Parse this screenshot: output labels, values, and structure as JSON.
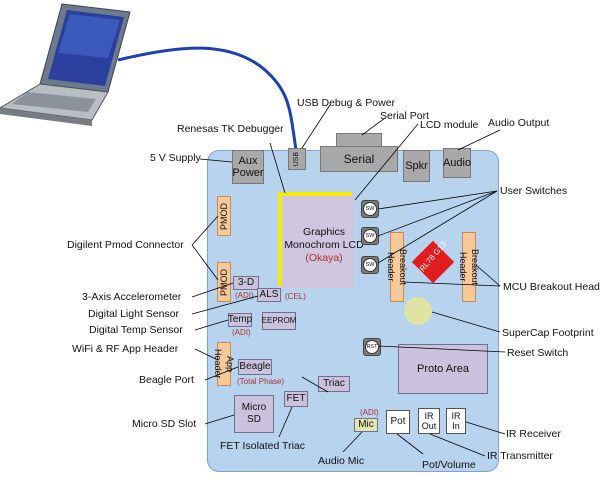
{
  "labels": {
    "usb_debug_power": "USB Debug & Power",
    "serial_port": "Serial Port",
    "renesas_tk": "Renesas TK Debugger",
    "lcd_module": "LCD module",
    "audio_output": "Audio Output",
    "five_v_supply": "5 V Supply",
    "user_switches": "User Switches",
    "digilent_pmod": "Digilent Pmod Connector",
    "accelerometer": "3-Axis Accelerometer",
    "light_sensor": "Digital Light Sensor",
    "temp_sensor": "Digital Temp Sensor",
    "wifi_rf": "WiFi & RF App Header",
    "beagle_port": "Beagle Port",
    "micro_sd_slot": "Micro SD Slot",
    "fet_triac": "FET Isolated Triac",
    "audio_mic": "Audio Mic",
    "pot_volume": "Pot/Volume",
    "ir_transmitter": "IR Transmitter",
    "ir_receiver": "IR Receiver",
    "reset_switch": "Reset Switch",
    "supercap": "SuperCap Footprint",
    "mcu_breakout": "MCU Breakout Headers"
  },
  "board": {
    "usb": "USB",
    "serial": "Serial",
    "speaker": "Spkr",
    "audio": "Audio",
    "aux_power": "Aux Power",
    "pmod1": "PMOD",
    "pmod2": "PMOD",
    "lcd_line1": "Graphics",
    "lcd_line2": "Monochrom LCD",
    "lcd_maker": "(Okaya)",
    "sw": "SW",
    "breakout1": "Breakout Header",
    "breakout2": "Breakout Header",
    "mcu_chip": "RL78 G13",
    "accel": "3-D",
    "accel_maker": "(ADI)",
    "als": "ALS",
    "als_maker": "(CEL)",
    "eeprom": "EEPROM",
    "temp": "Temp",
    "temp_maker": "(ADI)",
    "app_header": "App Header",
    "rst": "RST",
    "proto": "Proto Area",
    "beagle": "Beagle",
    "beagle_maker": "(Total Phase)",
    "triac": "Triac",
    "micro_sd": "Micro SD",
    "fet": "FET",
    "mic_maker": "(ADI)",
    "mic": "Mic",
    "pot": "Pot",
    "ir_out": "IR Out",
    "ir_in": "IR In"
  }
}
